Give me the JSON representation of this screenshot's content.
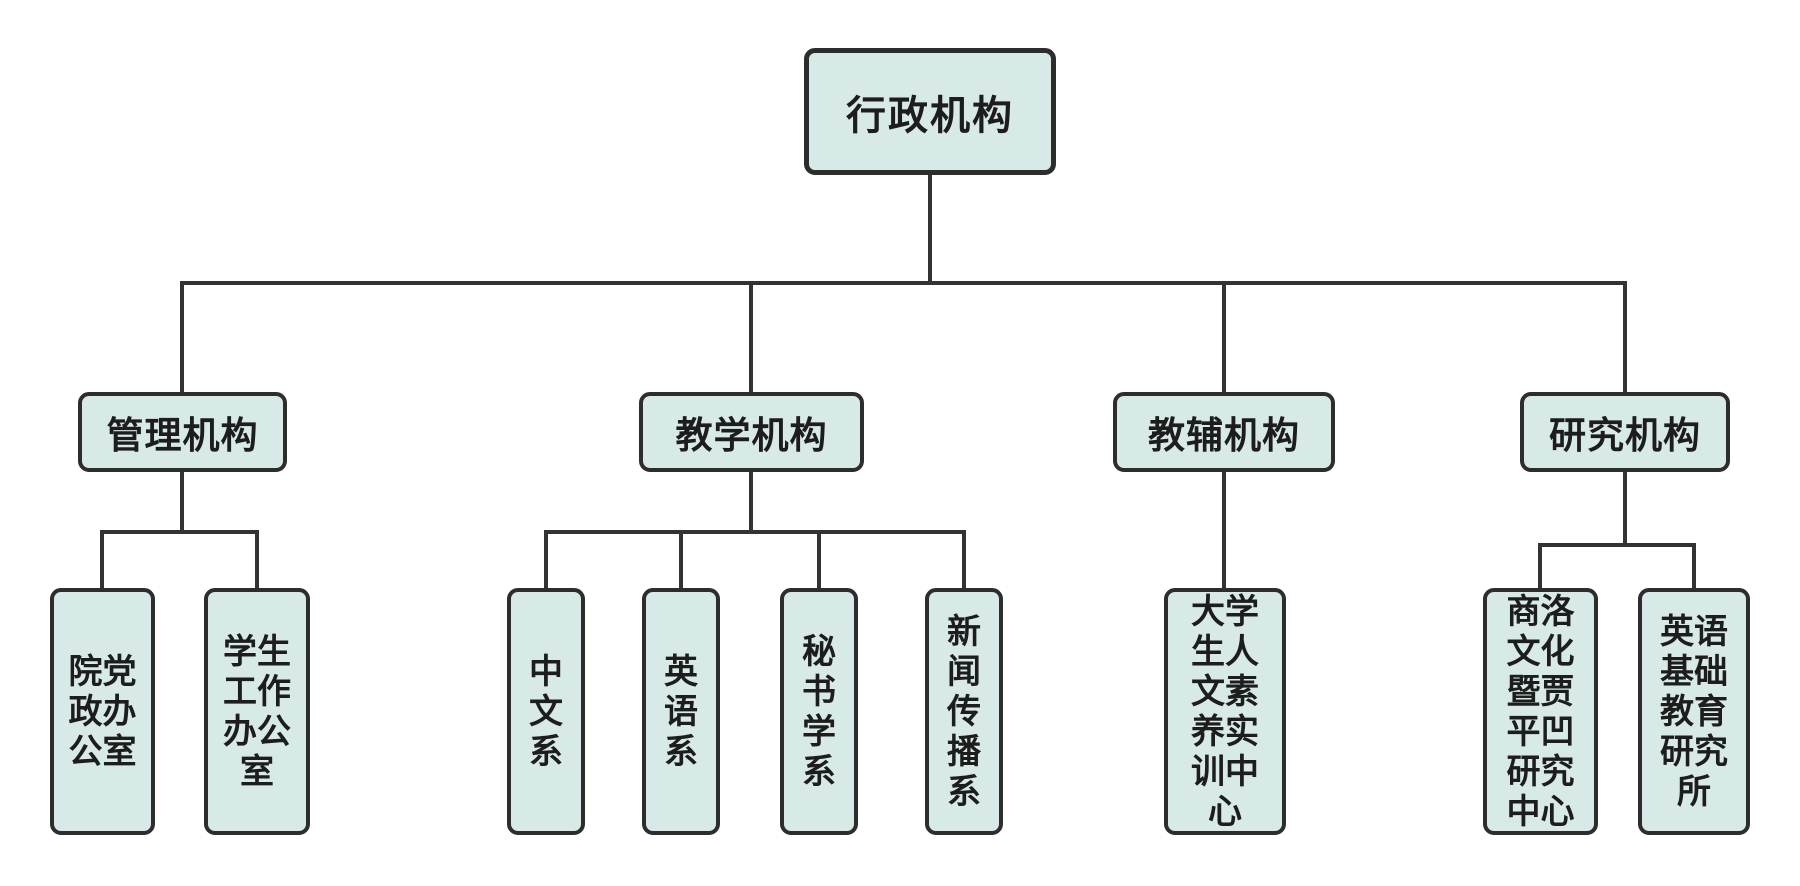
{
  "diagram": {
    "type": "org-chart",
    "root": {
      "label": "行政机构"
    },
    "branches": [
      {
        "label": "管理机构",
        "children": [
          {
            "label": "院党政办公室"
          },
          {
            "label": "学生工作办公室"
          }
        ]
      },
      {
        "label": "教学机构",
        "children": [
          {
            "label": "中文系"
          },
          {
            "label": "英语系"
          },
          {
            "label": "秘书学系"
          },
          {
            "label": "新闻传播系"
          }
        ]
      },
      {
        "label": "教辅机构",
        "children": [
          {
            "label": "大学生人文素养实训中心"
          }
        ]
      },
      {
        "label": "研究机构",
        "children": [
          {
            "label": "商洛文化暨贾平凹研究中心"
          },
          {
            "label": "英语基础教育研究所"
          }
        ]
      }
    ],
    "colors": {
      "node_fill": "#d8eae8",
      "node_border": "#2d2d2d",
      "connector": "#333333",
      "text": "#1d1d1d",
      "background": "#ffffff"
    }
  }
}
